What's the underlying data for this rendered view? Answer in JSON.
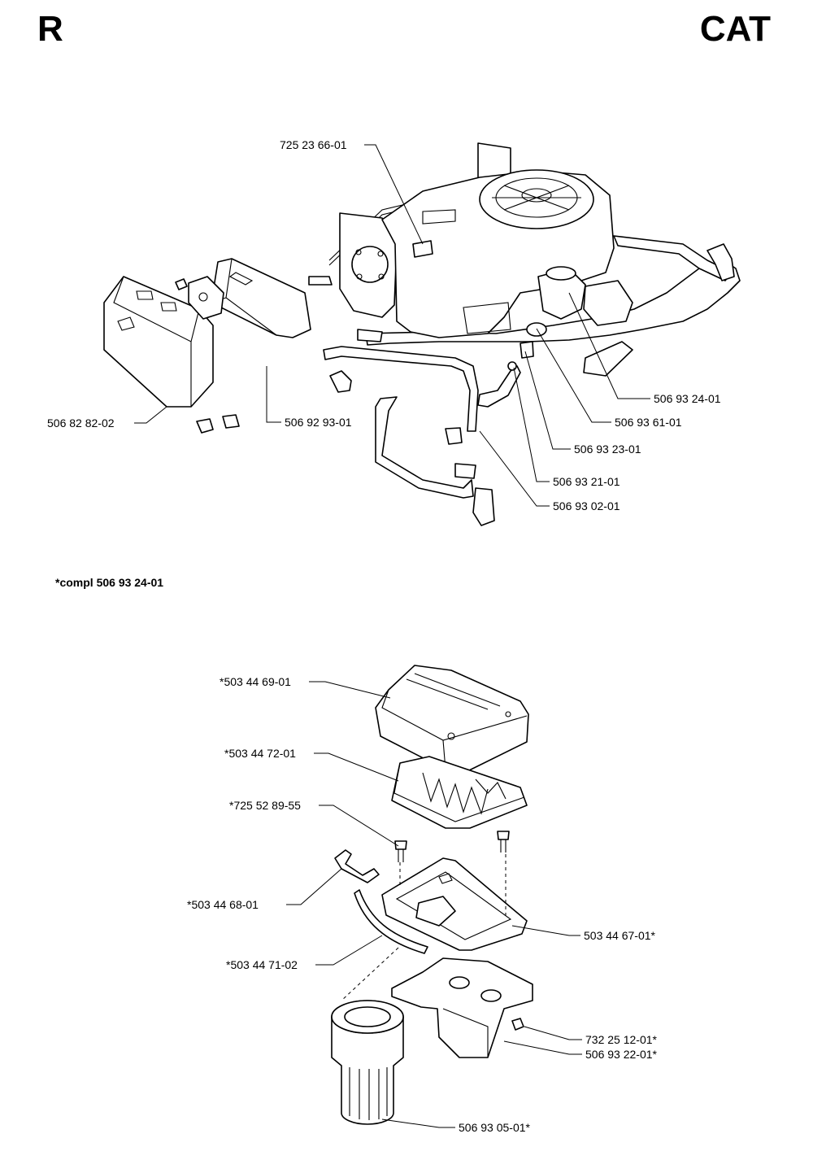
{
  "header": {
    "left": "R",
    "right": "CAT"
  },
  "note": "*compl 506 93 24-01",
  "top_diagram": {
    "labels": [
      "725 23 66-01",
      "506 93 24-01",
      "506 93 61-01",
      "506 93 23-01",
      "506 93 21-01",
      "506 93 02-01",
      "506 92 93-01",
      "506 82 82-02"
    ]
  },
  "bottom_diagram": {
    "labels": [
      "*503 44 69-01",
      "*503 44 72-01",
      "*725 52 89-55",
      "*503 44 68-01",
      "503 44 67-01*",
      "*503 44 71-02",
      "732 25 12-01*",
      "506 93 22-01*",
      "506 93 05-01*"
    ]
  }
}
